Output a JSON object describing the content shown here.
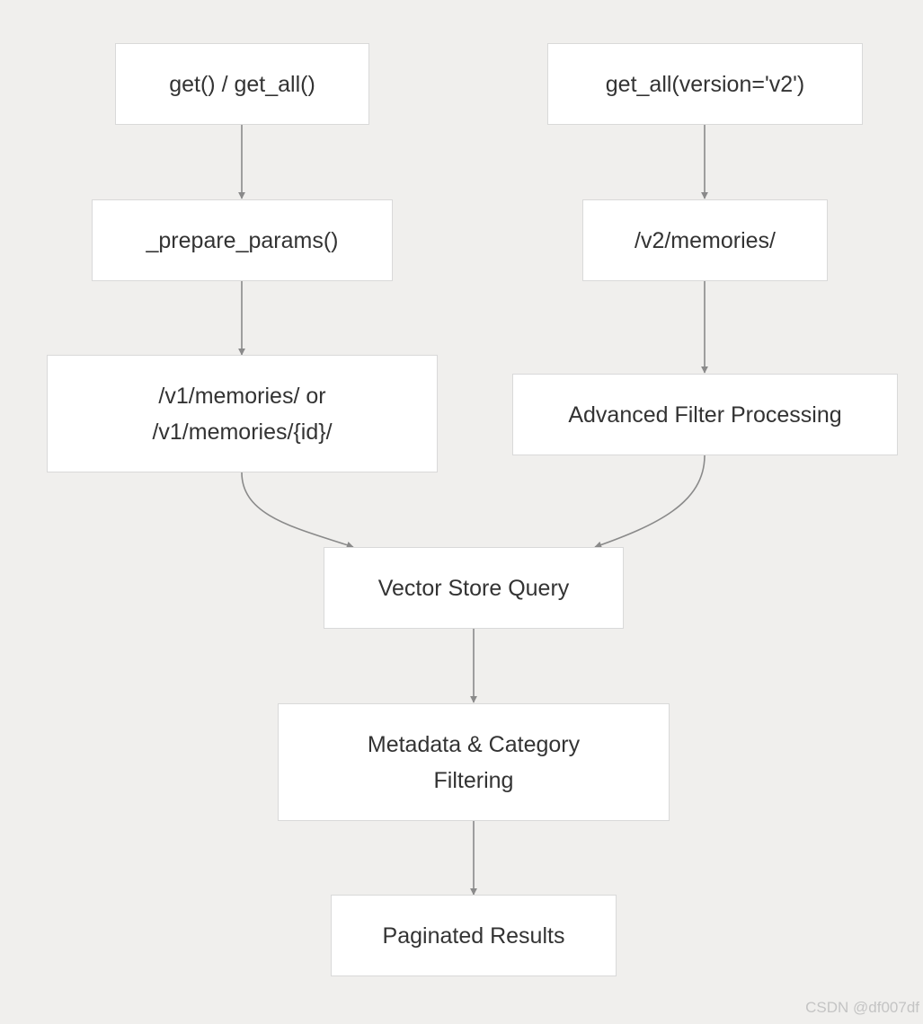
{
  "diagram": {
    "nodes": {
      "get_entry": {
        "lines": [
          "get() / get_all()"
        ]
      },
      "get_all_v2": {
        "lines": [
          "get_all(version='v2')"
        ]
      },
      "prepare_params": {
        "lines": [
          "_prepare_params()"
        ]
      },
      "v2_endpoint": {
        "lines": [
          "/v2/memories/"
        ]
      },
      "v1_endpoint": {
        "lines": [
          "/v1/memories/ or",
          "/v1/memories/{id}/"
        ]
      },
      "advanced_filter": {
        "lines": [
          "Advanced Filter Processing"
        ]
      },
      "vector_query": {
        "lines": [
          "Vector Store Query"
        ]
      },
      "metadata_filter": {
        "lines": [
          "Metadata & Category",
          "Filtering"
        ]
      },
      "paginated": {
        "lines": [
          "Paginated Results"
        ]
      }
    },
    "edges": [
      {
        "from": "get_entry",
        "to": "prepare_params"
      },
      {
        "from": "prepare_params",
        "to": "v1_endpoint"
      },
      {
        "from": "get_all_v2",
        "to": "v2_endpoint"
      },
      {
        "from": "v2_endpoint",
        "to": "advanced_filter"
      },
      {
        "from": "v1_endpoint",
        "to": "vector_query"
      },
      {
        "from": "advanced_filter",
        "to": "vector_query"
      },
      {
        "from": "vector_query",
        "to": "metadata_filter"
      },
      {
        "from": "metadata_filter",
        "to": "paginated"
      }
    ]
  },
  "watermark": "CSDN @df007df"
}
